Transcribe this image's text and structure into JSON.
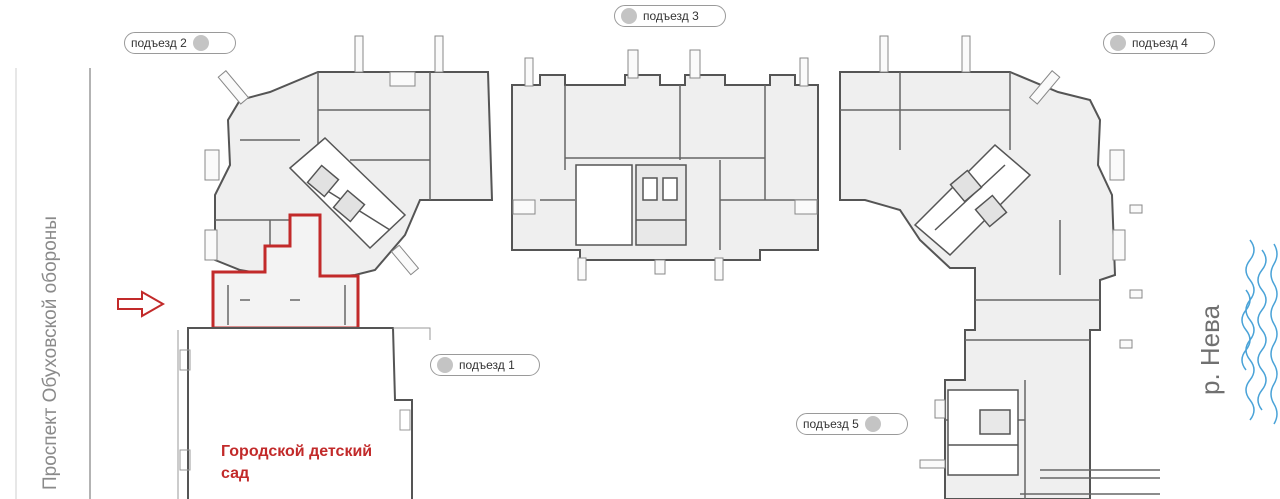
{
  "entrances": {
    "e1": "подъезд 1",
    "e2": "подъезд 2",
    "e3": "подъезд 3",
    "e4": "подъезд 4",
    "e5": "подъезд 5"
  },
  "labels": {
    "street": "Проспект Обуховской обороны",
    "river": "р. Нева",
    "kindergarten": "Городской детский сад"
  },
  "colors": {
    "highlight": "#c22a2a",
    "walls": "#555555",
    "room_fill": "#efefef",
    "water": "#4aa3d8"
  },
  "icons": {
    "arrow": "arrow-right-icon",
    "water": "water-waves-icon"
  }
}
